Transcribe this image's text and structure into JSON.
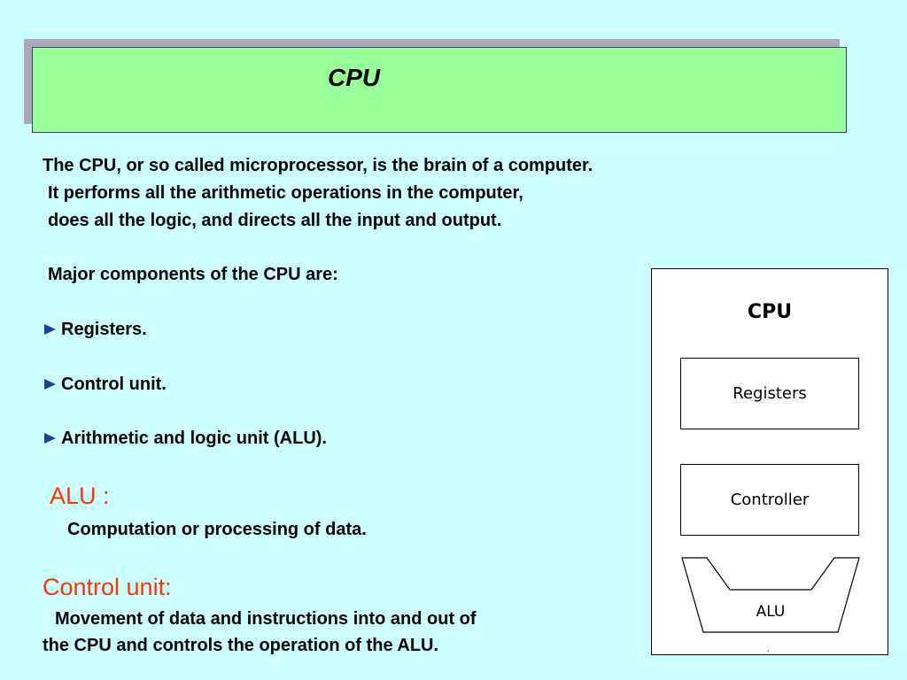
{
  "slide": {
    "title": "CPU",
    "intro_lines": [
      "The CPU, or so called microprocessor, is the brain of a computer.",
      "It performs all the arithmetic operations in the computer,",
      "does all the logic, and directs all the input and output."
    ],
    "components_heading": "Major components of the CPU are:",
    "components": [
      "Registers.",
      "Control unit.",
      "Arithmetic and logic unit (ALU)."
    ],
    "alu": {
      "heading": "ALU :",
      "description": "Computation or processing of data."
    },
    "control_unit": {
      "heading": "Control unit:",
      "description_lines": [
        "Movement of data and instructions into and out of",
        "the CPU and controls the operation of the ALU."
      ]
    }
  },
  "diagram": {
    "title": "CPU",
    "blocks": [
      "Registers",
      "Controller",
      "ALU"
    ]
  },
  "colors": {
    "background": "#ccffff",
    "title_fill": "#99ff99",
    "heading_red": "#ff3300",
    "bullet_blue": "#1f3f9f"
  }
}
